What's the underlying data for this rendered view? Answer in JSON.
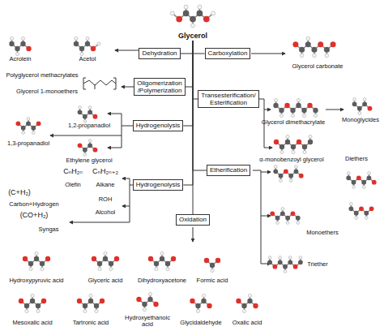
{
  "diagram": {
    "nodes": [
      {
        "text": [
          "Glycerol"
        ]
      },
      {
        "text": [
          "Dehydration"
        ]
      },
      {
        "text": [
          "Carboxylation"
        ]
      },
      {
        "text": [
          "Oligomerization /Polymerization"
        ]
      },
      {
        "text": [
          "Transesterification/ Esterification"
        ]
      },
      {
        "text": [
          "Hydrogenolysis"
        ]
      },
      {
        "text": [
          "Etherification"
        ]
      },
      {
        "text": [
          "Hydrogenolysis"
        ]
      },
      {
        "text": [
          "Oxidation"
        ]
      }
    ],
    "edges": [
      {
        "from": 0,
        "to": 1,
        "arrow": "none"
      },
      {
        "from": 0,
        "to": 2,
        "arrow": "none"
      },
      {
        "from": 0,
        "to": 3,
        "arrow": "none"
      },
      {
        "from": 0,
        "to": 4,
        "arrow": "none"
      },
      {
        "from": 0,
        "to": 5,
        "arrow": "none"
      },
      {
        "from": 0,
        "to": 6,
        "arrow": "none"
      },
      {
        "from": 0,
        "to": 7,
        "arrow": "none"
      },
      {
        "from": 0,
        "to": 8,
        "arrow": "none"
      }
    ],
    "labels": [
      "Acrolein",
      "Acetol",
      "Glycerol carbonate",
      "Polyglycerol methacrylates",
      "Glycerol 1-monoethers",
      "Glycerol dimethacrylate",
      "Monoglycides",
      "α-monobenzoyl glycerol",
      "1,3-propanadiol",
      "1,2-propanadiol",
      "Ethylene glycerol",
      "CₙH₂ₙ",
      "CₙH₂ₙ₊₂",
      "Olefin",
      "Alkane",
      "(C+H₂)",
      "ROH",
      "Carbon+Hydrogen",
      "(CO+H₂)",
      "Alcohol",
      "Syngas",
      "Diethers",
      "Monoethers",
      "Triether",
      "Hydroxypyruvic acid",
      "Glyceric acid",
      "Dihydroxyacetone",
      "Formic acid",
      "Mesoxalic acid",
      "Tartronic acid",
      "Hydroxyethanoic acid",
      "Glycidaldehyde",
      "Oxalic acid"
    ]
  }
}
